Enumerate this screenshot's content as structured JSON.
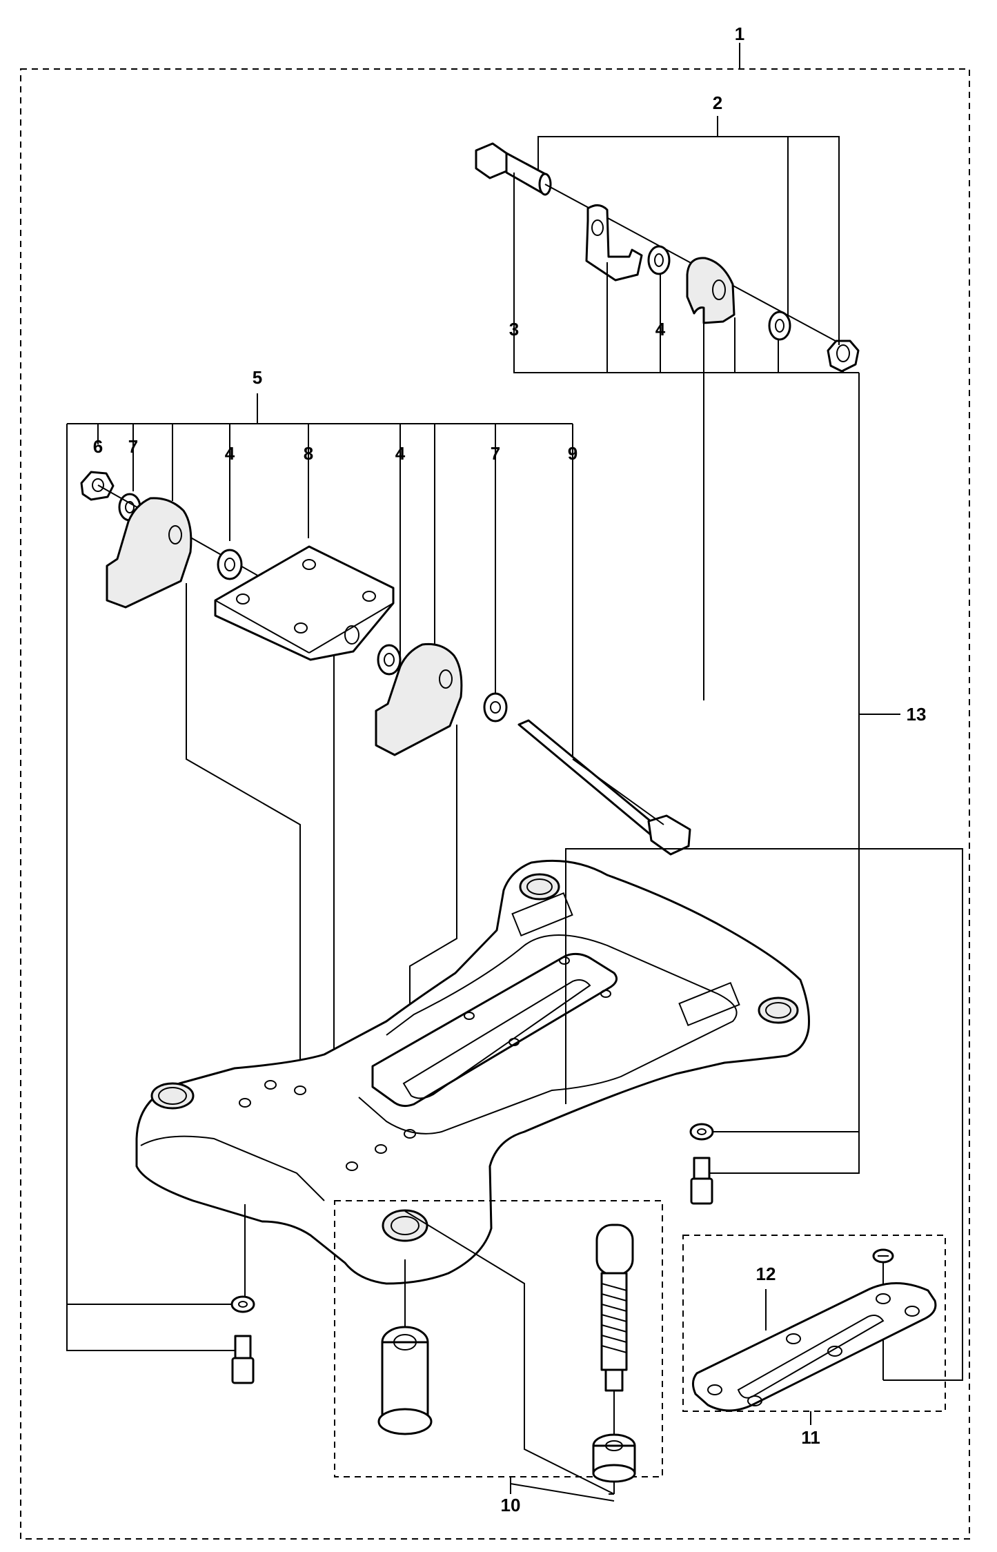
{
  "diagram": {
    "callouts": {
      "c1": "1",
      "c2": "2",
      "c3": "3",
      "c4_top": "4",
      "c5": "5",
      "c6": "6",
      "c7_left": "7",
      "c4_left": "4",
      "c8": "8",
      "c4_mid": "4",
      "c7_right": "7",
      "c9": "9",
      "c13": "13",
      "c12": "12",
      "c10": "10",
      "c11": "11"
    }
  }
}
